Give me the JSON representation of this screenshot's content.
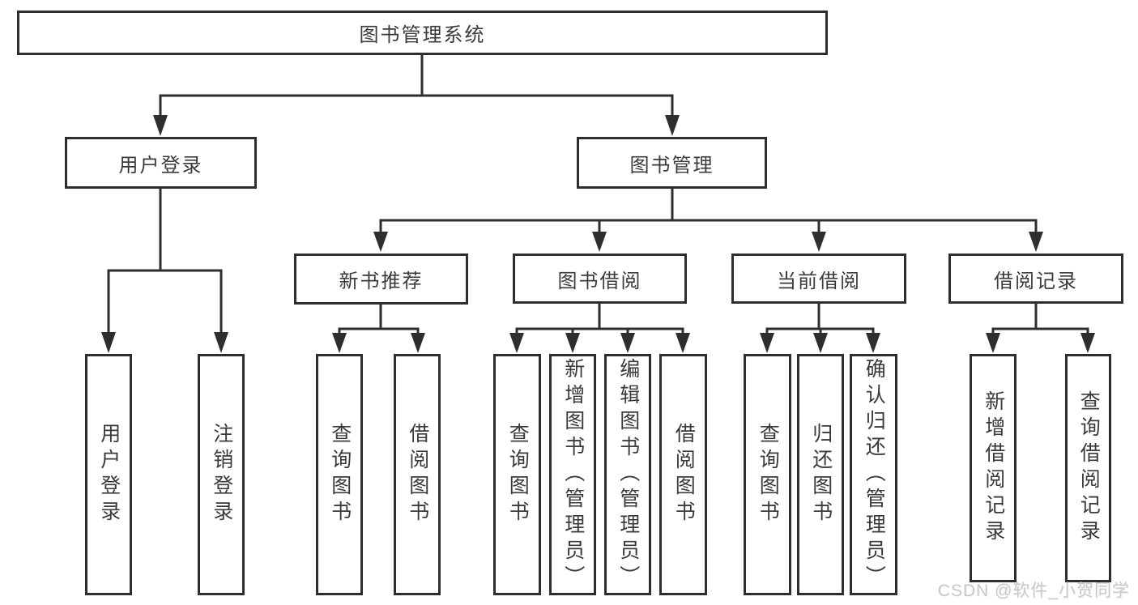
{
  "diagram": {
    "root": {
      "label": "图书管理系统"
    },
    "level2": [
      {
        "label": "用户登录"
      },
      {
        "label": "图书管理"
      }
    ],
    "level3": [
      {
        "label": "新书推荐"
      },
      {
        "label": "图书借阅"
      },
      {
        "label": "当前借阅"
      },
      {
        "label": "借阅记录"
      }
    ],
    "leaves": [
      {
        "label": "用户登录"
      },
      {
        "label": "注销登录"
      },
      {
        "label": "查询图书"
      },
      {
        "label": "借阅图书"
      },
      {
        "label": "查询图书"
      },
      {
        "label": "新增图书（管理员）"
      },
      {
        "label": "编辑图书（管理员）"
      },
      {
        "label": "借阅图书"
      },
      {
        "label": "查询图书"
      },
      {
        "label": "归还图书"
      },
      {
        "label": "确认归还（管理员）"
      },
      {
        "label": "新增借阅记录"
      },
      {
        "label": "查询借阅记录"
      }
    ],
    "colors": {
      "line": "#2e2e2e",
      "text": "#3a3a3a",
      "box_fill": "#ffffff",
      "background": "#ffffff",
      "watermark_text": "#c9c9c9"
    }
  },
  "watermark": {
    "label": "CSDN @软件_小贺同学"
  }
}
